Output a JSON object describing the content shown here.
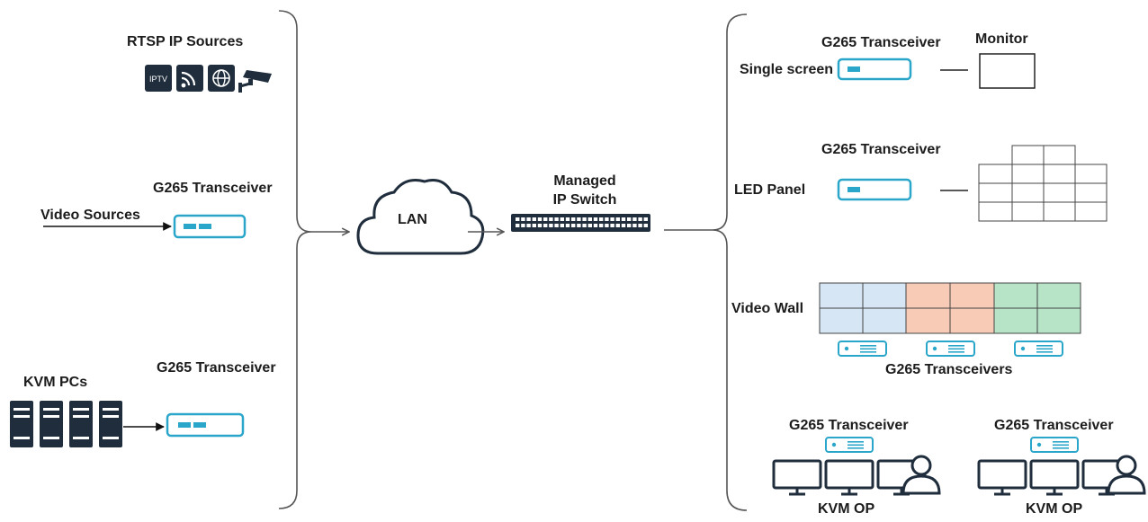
{
  "left": {
    "rtsp_title": "RTSP IP Sources",
    "rtsp_icons": [
      "iptv-icon",
      "rss-feed-icon",
      "globe-icon",
      "cctv-camera-icon"
    ],
    "iptv_badge": "IPTV",
    "video_transceiver": "G265 Transceiver",
    "video_sources": "Video Sources",
    "kvm_transceiver": "G265 Transceiver",
    "kvm_pcs": "KVM PCs"
  },
  "center": {
    "lan": "LAN",
    "switch_label_line1": "Managed",
    "switch_label_line2": "IP Switch"
  },
  "right": {
    "single": {
      "transceiver": "G265 Transceiver",
      "label": "Single screen",
      "monitor": "Monitor"
    },
    "led": {
      "transceiver": "G265 Transceiver",
      "label": "LED Panel"
    },
    "wall": {
      "label": "Video Wall",
      "transceivers": "G265 Transceivers",
      "zone_colors": [
        "#d6e6f4",
        "#f8cbb7",
        "#b7e4c7"
      ]
    },
    "kvm_op": [
      {
        "transceiver": "G265 Transceiver",
        "label": "KVM OP"
      },
      {
        "transceiver": "G265 Transceiver",
        "label": "KVM OP"
      }
    ]
  },
  "colors": {
    "device_accent": "#29a6c9",
    "icon_navy": "#1f2d3d",
    "line": "#555555"
  }
}
